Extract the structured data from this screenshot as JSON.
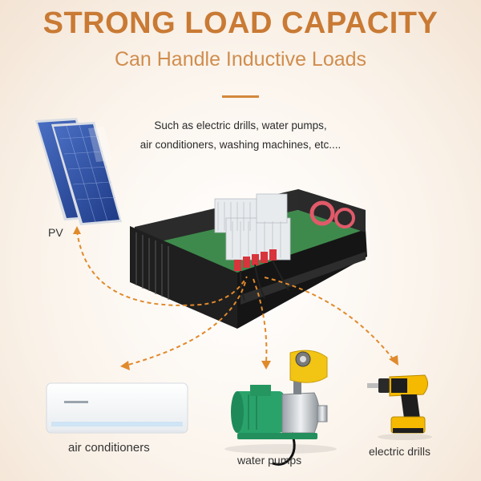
{
  "header": {
    "title": "STRONG LOAD CAPACITY",
    "subtitle": "Can Handle Inductive Loads"
  },
  "description": {
    "line1": "Such as electric drills, water pumps,",
    "line2": "air conditioners, washing machines, etc...."
  },
  "labels": {
    "pv": "PV",
    "air_conditioners": "air conditioners",
    "water_pumps": "water pumps",
    "electric_drills": "electric drills"
  },
  "colors": {
    "accent": "#c97a34",
    "connector_dashes": "#e08a2c"
  },
  "icons": [
    "solar-panel-icon",
    "inverter-device-icon",
    "air-conditioner-icon",
    "water-pump-icon",
    "electric-drill-icon"
  ]
}
